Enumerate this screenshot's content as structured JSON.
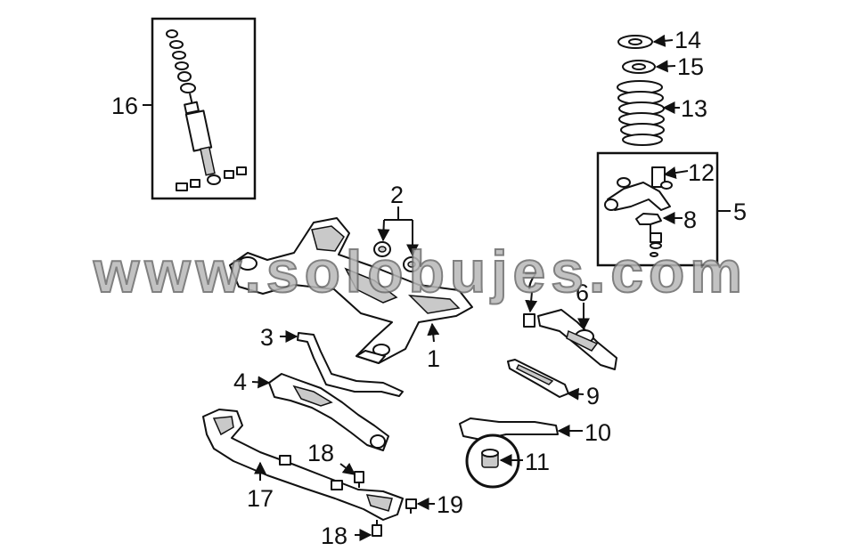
{
  "watermark": "www.solobujes.com",
  "callouts": {
    "c1": "1",
    "c2": "2",
    "c3": "3",
    "c4": "4",
    "c5": "5",
    "c6": "6",
    "c7": "7",
    "c8": "8",
    "c9": "9",
    "c10": "10",
    "c11": "11",
    "c12": "12",
    "c13": "13",
    "c14": "14",
    "c15": "15",
    "c16": "16",
    "c17": "17",
    "c18a": "18",
    "c18b": "18",
    "c19": "19"
  },
  "colors": {
    "line": "#111111",
    "watermark_fill": "#b8b8b8",
    "watermark_stroke": "#6a6a6a"
  }
}
